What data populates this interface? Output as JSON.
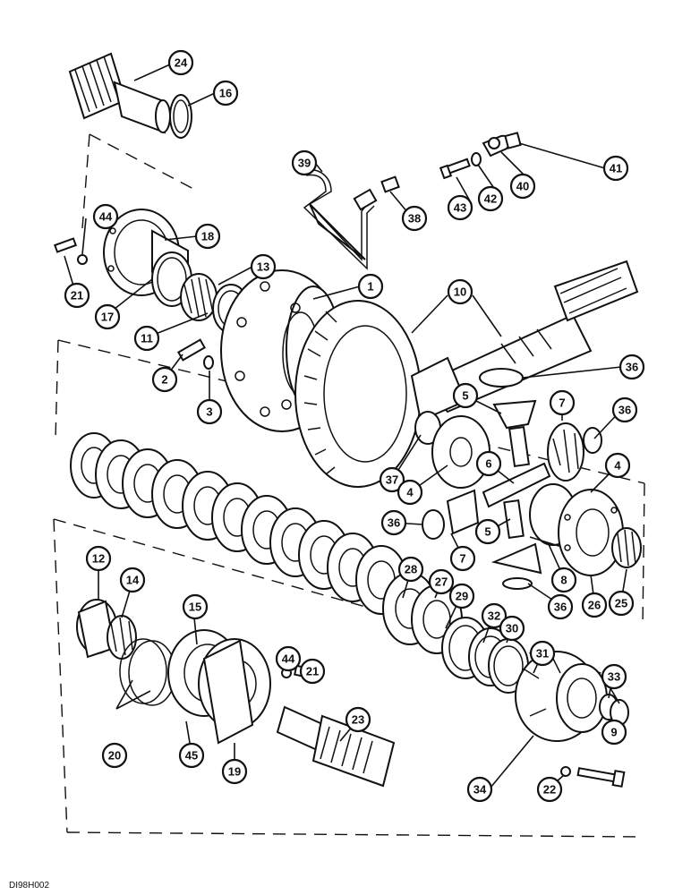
{
  "drawing_code": "DI98H002",
  "callouts": [
    {
      "label": "24"
    },
    {
      "label": "16"
    },
    {
      "label": "39"
    },
    {
      "label": "38"
    },
    {
      "label": "43"
    },
    {
      "label": "42"
    },
    {
      "label": "40"
    },
    {
      "label": "41"
    },
    {
      "label": "44"
    },
    {
      "label": "18"
    },
    {
      "label": "13"
    },
    {
      "label": "1"
    },
    {
      "label": "10"
    },
    {
      "label": "21"
    },
    {
      "label": "17"
    },
    {
      "label": "11"
    },
    {
      "label": "2"
    },
    {
      "label": "3"
    },
    {
      "label": "36"
    },
    {
      "label": "5"
    },
    {
      "label": "7"
    },
    {
      "label": "36"
    },
    {
      "label": "37"
    },
    {
      "label": "4"
    },
    {
      "label": "6"
    },
    {
      "label": "4"
    },
    {
      "label": "36"
    },
    {
      "label": "5"
    },
    {
      "label": "7"
    },
    {
      "label": "8"
    },
    {
      "label": "36"
    },
    {
      "label": "26"
    },
    {
      "label": "25"
    },
    {
      "label": "12"
    },
    {
      "label": "14"
    },
    {
      "label": "15"
    },
    {
      "label": "28"
    },
    {
      "label": "27"
    },
    {
      "label": "29"
    },
    {
      "label": "32"
    },
    {
      "label": "30"
    },
    {
      "label": "31"
    },
    {
      "label": "44"
    },
    {
      "label": "21"
    },
    {
      "label": "20"
    },
    {
      "label": "45"
    },
    {
      "label": "23"
    },
    {
      "label": "19"
    },
    {
      "label": "33"
    },
    {
      "label": "9"
    },
    {
      "label": "34"
    },
    {
      "label": "22"
    }
  ]
}
